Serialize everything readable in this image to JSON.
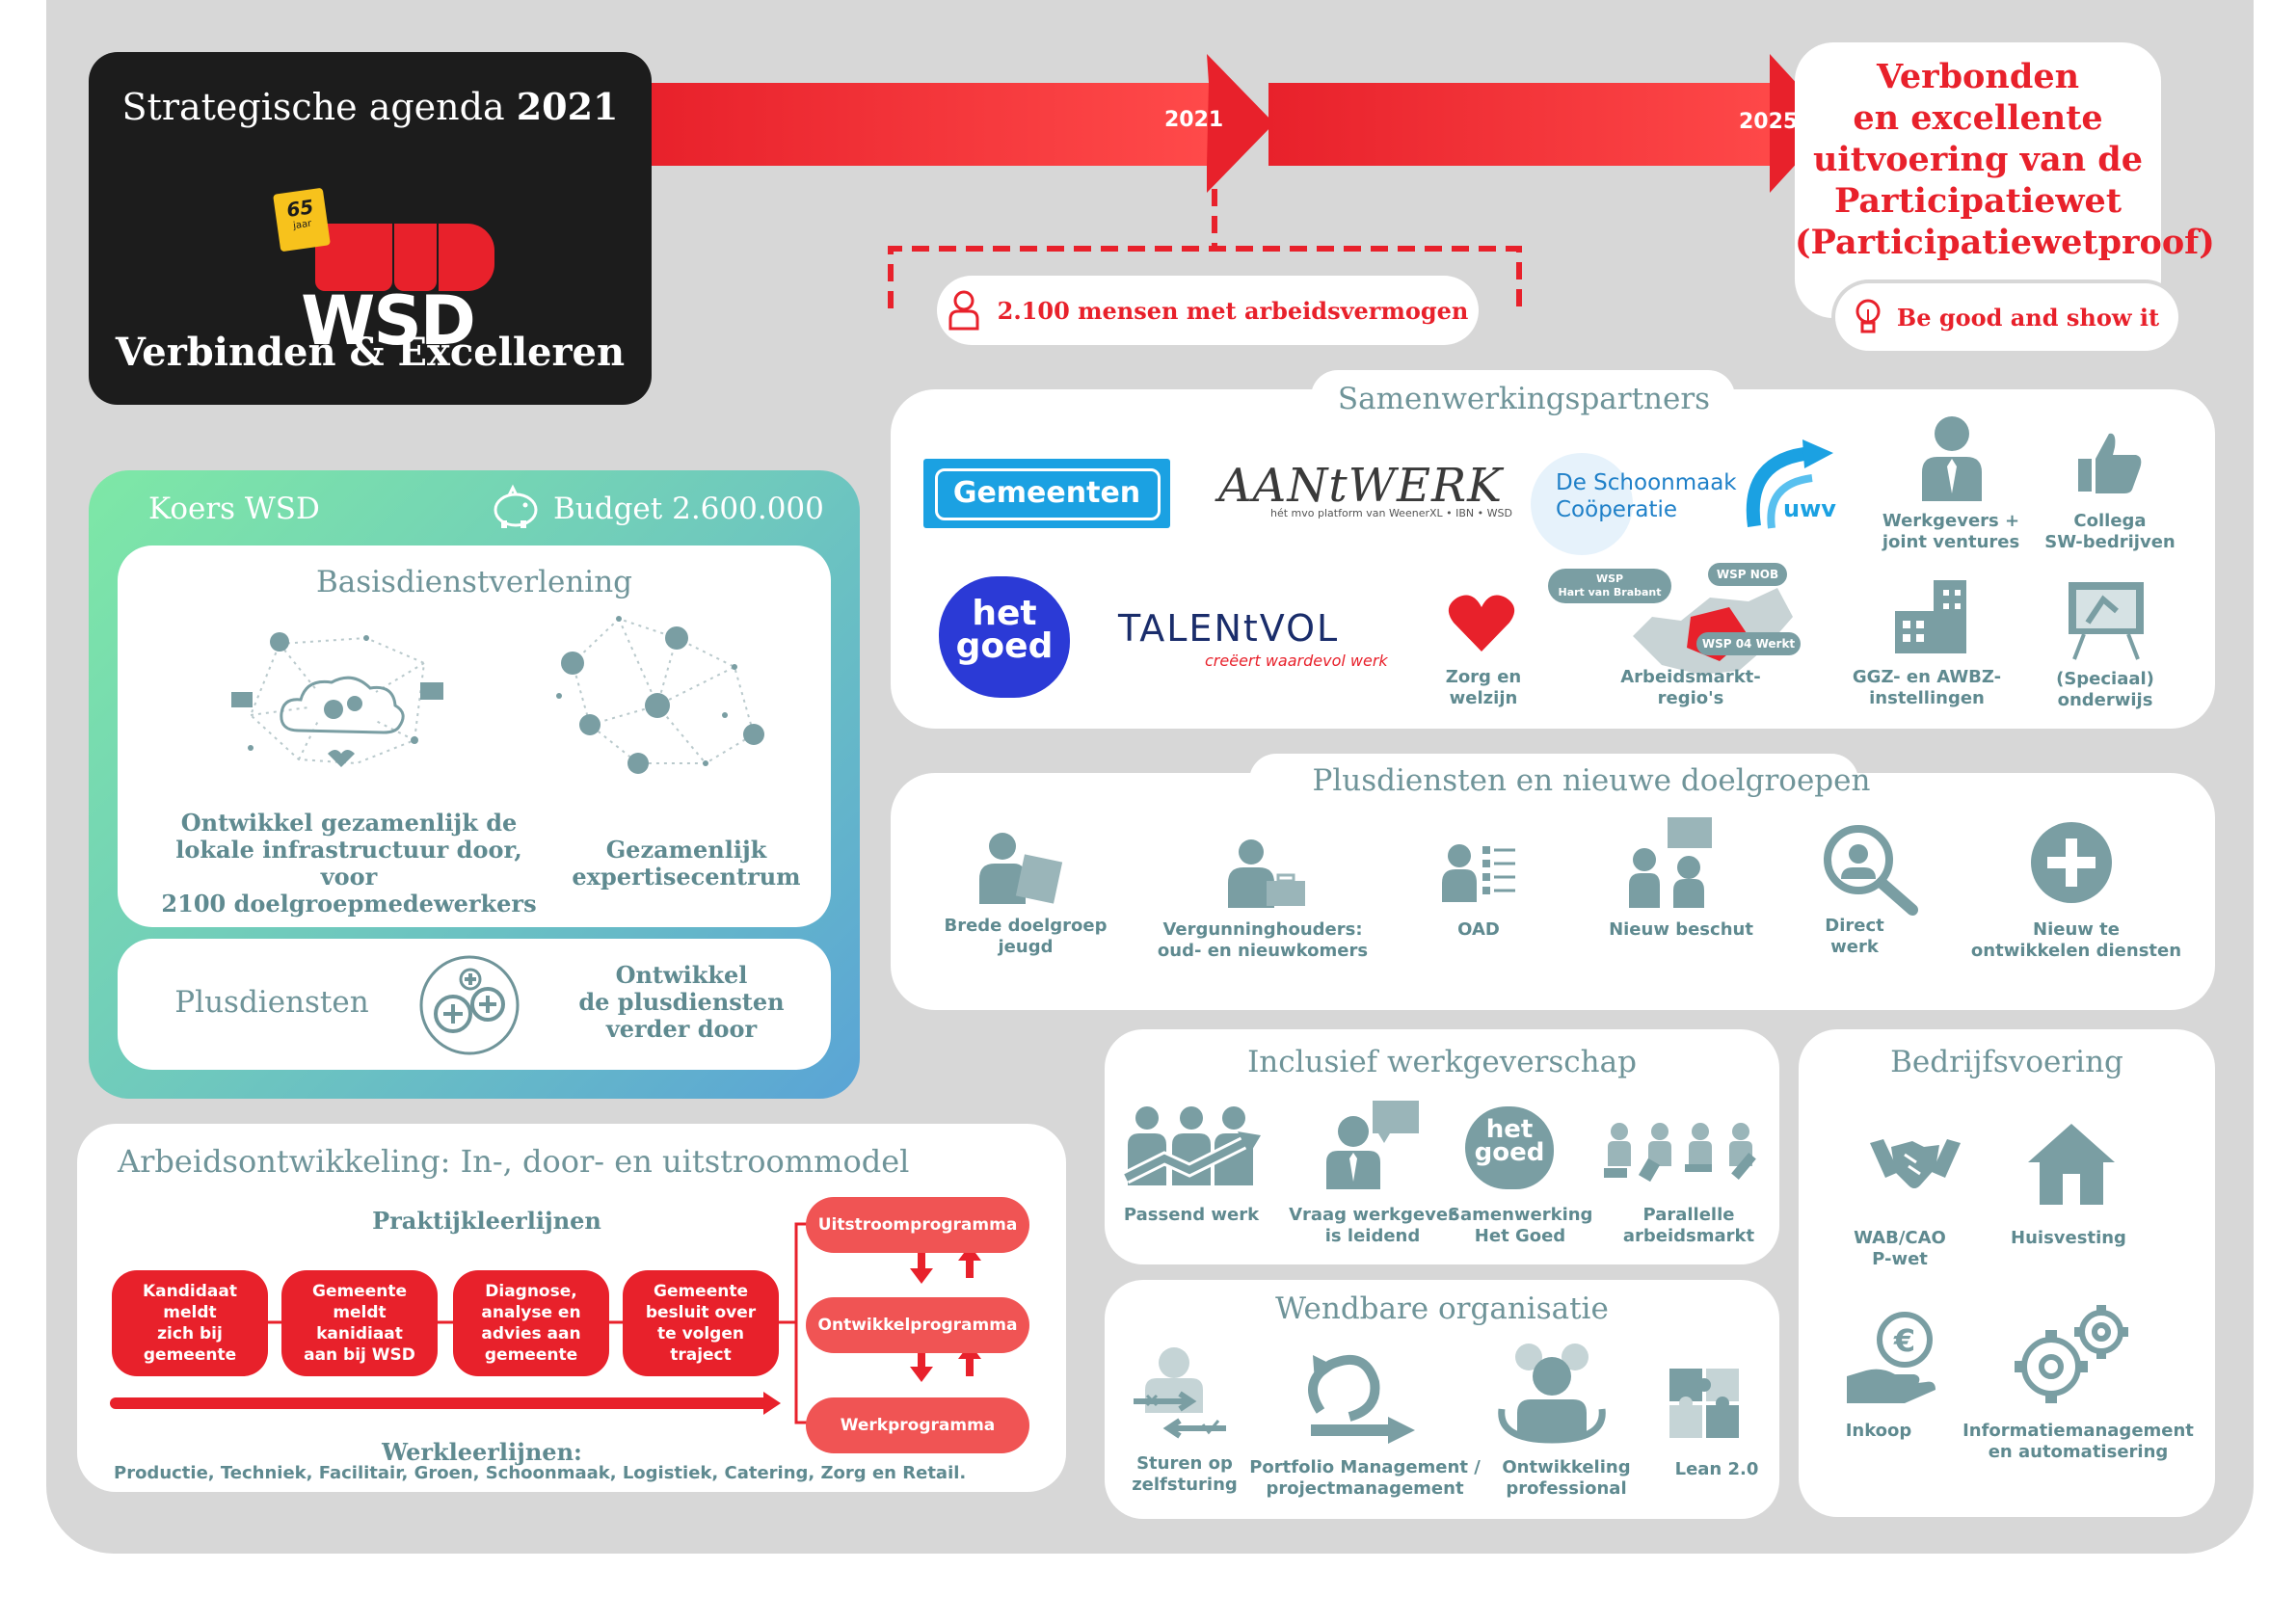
{
  "header": {
    "agenda_prefix": "Strategische agenda",
    "agenda_year": "2021",
    "badge": "65",
    "badge_sub": "jaar",
    "logo_text": "WSD",
    "slogan": "Verbinden & Excelleren",
    "arrow_year_1": "2021",
    "arrow_year_2": "2025",
    "people_text": "2.100 mensen met arbeidsvermogen",
    "goal_lines": [
      "Verbonden",
      "en excellente",
      "uitvoering van de",
      "Participatiewet",
      "(Participatiewetproof)"
    ],
    "be_good": "Be good and show it"
  },
  "koers": {
    "title": "Koers WSD",
    "budget": "Budget 2.600.000",
    "basis_title": "Basisdienstverlening",
    "basis_left_lines": [
      "Ontwikkel gezamenlijk de",
      "lokale infrastructuur door, voor",
      "2100 doelgroepmedewerkers"
    ],
    "basis_right_lines": [
      "Gezamenlijk",
      "expertisecentrum"
    ],
    "plus_title": "Plusdiensten",
    "plus_right_lines": [
      "Ontwikkel",
      "de plusdiensten",
      "verder door"
    ]
  },
  "partners": {
    "title": "Samenwerkingspartners",
    "gemeenten": "Gemeenten",
    "aantwerk": "AANtWERK",
    "aantwerk_sub": "hét mvo platform van WeenerXL • IBN • WSD",
    "schoonmaak_1": "De Schoonmaak",
    "schoonmaak_2": "Coöperatie",
    "uwv": "uwv",
    "werkgevers": [
      "Werkgevers +",
      "joint ventures"
    ],
    "collega": [
      "Collega",
      "SW-bedrijven"
    ],
    "hetgoed": [
      "het",
      "goed"
    ],
    "talentvol": "TALENtVOL",
    "talentvol_sub": "creëert waardevol werk",
    "zorg": [
      "Zorg en",
      "welzijn"
    ],
    "wsp_hart": [
      "WSP",
      "Hart van Brabant"
    ],
    "wsp_nob": "WSP NOB",
    "wsp_04": "WSP 04 Werkt",
    "regio": [
      "Arbeidsmarkt-",
      "regio's"
    ],
    "ggz": [
      "GGZ- en AWBZ-",
      "instellingen"
    ],
    "onderwijs": [
      "(Speciaal)",
      "onderwijs"
    ]
  },
  "plusdiensten": {
    "title": "Plusdiensten en nieuwe doelgroepen",
    "items": [
      [
        "Brede doelgroep",
        "jeugd"
      ],
      [
        "Vergunninghouders:",
        "oud- en nieuwkomers"
      ],
      [
        "OAD"
      ],
      [
        "Nieuw beschut"
      ],
      [
        "Direct",
        "werk"
      ],
      [
        "Nieuw te",
        "ontwikkelen diensten"
      ]
    ]
  },
  "inclusief": {
    "title": "Inclusief werkgeverschap",
    "items": [
      [
        "Passend werk"
      ],
      [
        "Vraag werkgever",
        "is leidend"
      ],
      [
        "Samenwerking",
        "Het Goed"
      ],
      [
        "Parallelle",
        "arbeidsmarkt"
      ]
    ],
    "hetgoed_icon": [
      "het",
      "goed"
    ]
  },
  "bedrijf": {
    "title": "Bedrijfsvoering",
    "items": [
      [
        "WAB/CAO",
        "P-wet"
      ],
      [
        "Huisvesting"
      ],
      [
        "Inkoop"
      ],
      [
        "Informatiemanagement",
        "en automatisering"
      ]
    ]
  },
  "wendbaar": {
    "title": "Wendbare organisatie",
    "items": [
      [
        "Sturen op",
        "zelfsturing"
      ],
      [
        "Portfolio Management /",
        "projectmanagement"
      ],
      [
        "Ontwikkeling",
        "professional"
      ],
      [
        "Lean 2.0"
      ]
    ]
  },
  "arbeid": {
    "title": "Arbeidsontwikkeling: In-, door- en uitstroommodel",
    "praktijk": "Praktijkleerlijnen",
    "steps": [
      [
        "Kandidaat",
        "meldt",
        "zich bij",
        "gemeente"
      ],
      [
        "Gemeente",
        "meldt",
        "kanidiaat",
        "aan bij WSD"
      ],
      [
        "Diagnose,",
        "analyse en",
        "advies aan",
        "gemeente"
      ],
      [
        "Gemeente",
        "besluit over",
        "te volgen",
        "traject"
      ]
    ],
    "programs": [
      "Uitstroomprogramma",
      "Ontwikkelprogramma",
      "Werkprogramma"
    ],
    "werk_title": "Werkleerlijnen:",
    "werk_list": "Productie, Techniek, Facilitair, Groen, Schoonmaak, Logistiek, Catering, Zorg en Retail."
  },
  "colors": {
    "red": "#e8212b",
    "coral": "#f05454",
    "teal": "#5f8a90",
    "dark": "#1c1c1c",
    "grey_bg": "#d7d7d7",
    "gradient_green": "#7ee8a6",
    "gradient_blue": "#5aa4d6"
  }
}
